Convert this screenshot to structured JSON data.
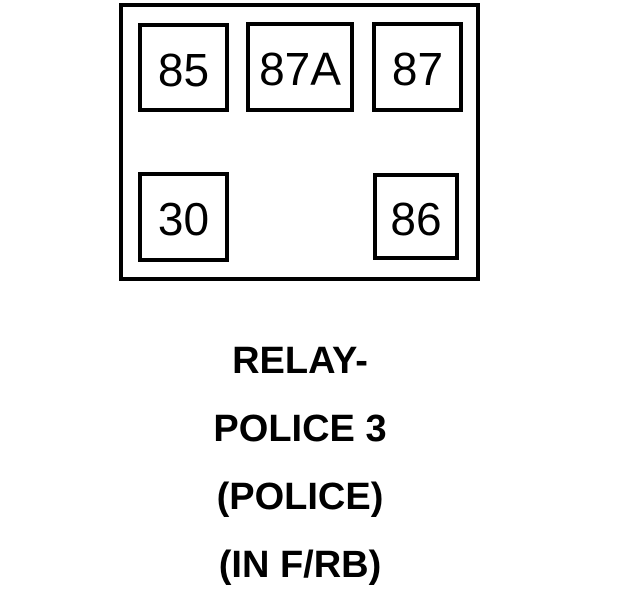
{
  "colors": {
    "foreground": "#000000",
    "background": "#ffffff"
  },
  "relay": {
    "pins": [
      {
        "label": "85",
        "row": "top",
        "position": "left"
      },
      {
        "label": "87A",
        "row": "top",
        "position": "center"
      },
      {
        "label": "87",
        "row": "top",
        "position": "right"
      },
      {
        "label": "30",
        "row": "bottom",
        "position": "left"
      },
      {
        "label": "86",
        "row": "bottom",
        "position": "right"
      }
    ]
  },
  "caption": {
    "lines": [
      {
        "text": "RELAY-"
      },
      {
        "text": "POLICE 3"
      },
      {
        "text": "(POLICE)"
      },
      {
        "text": "(IN F/RB)"
      }
    ]
  }
}
